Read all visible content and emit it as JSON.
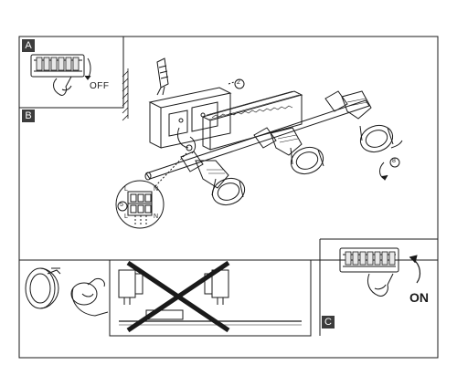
{
  "panels": {
    "a": {
      "label": "A",
      "switch_text": "OFF"
    },
    "b": {
      "label": "B"
    },
    "c": {
      "label": "C",
      "switch_text": "ON"
    }
  },
  "terminal": {
    "left_top": "L",
    "left_bottom": "L",
    "right_top": "N",
    "right_bottom": "N",
    "callout_left": "5"
  },
  "callouts": {
    "wall_screw": "2",
    "arm": "8"
  },
  "colors": {
    "line": "#1a1a1a",
    "label_bg": "#3c3c3c",
    "paper": "#ffffff"
  }
}
